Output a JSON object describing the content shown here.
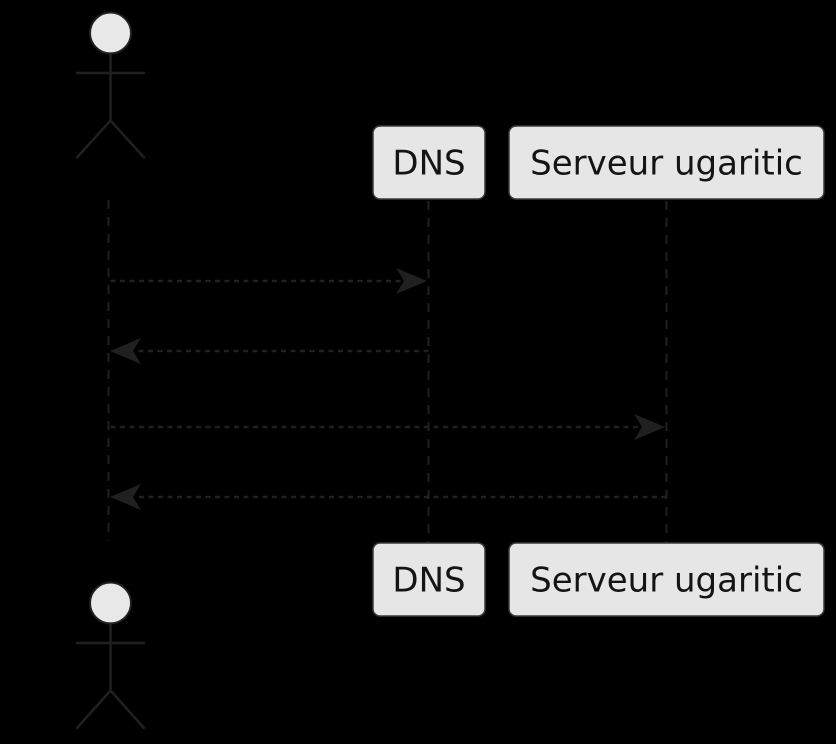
{
  "colors": {
    "bg": "#000000",
    "line": "#202020",
    "boxFill": "#e6e6e6",
    "boxBorder": "#3a3a3a",
    "boxText": "#141414",
    "headFill": "#e8e8e8"
  },
  "diagram": {
    "kind": "uml-sequence-diagram",
    "participants": [
      {
        "id": "actor",
        "type": "actor",
        "label": ""
      },
      {
        "id": "dns",
        "type": "participant",
        "label": "DNS"
      },
      {
        "id": "server",
        "type": "participant",
        "label": "Serveur ugaritic"
      }
    ],
    "messages": [
      {
        "from": "actor",
        "to": "dns",
        "line_style": "dashed"
      },
      {
        "from": "dns",
        "to": "actor",
        "line_style": "dashed"
      },
      {
        "from": "actor",
        "to": "server",
        "line_style": "dashed"
      },
      {
        "from": "server",
        "to": "actor",
        "line_style": "dashed"
      }
    ]
  }
}
